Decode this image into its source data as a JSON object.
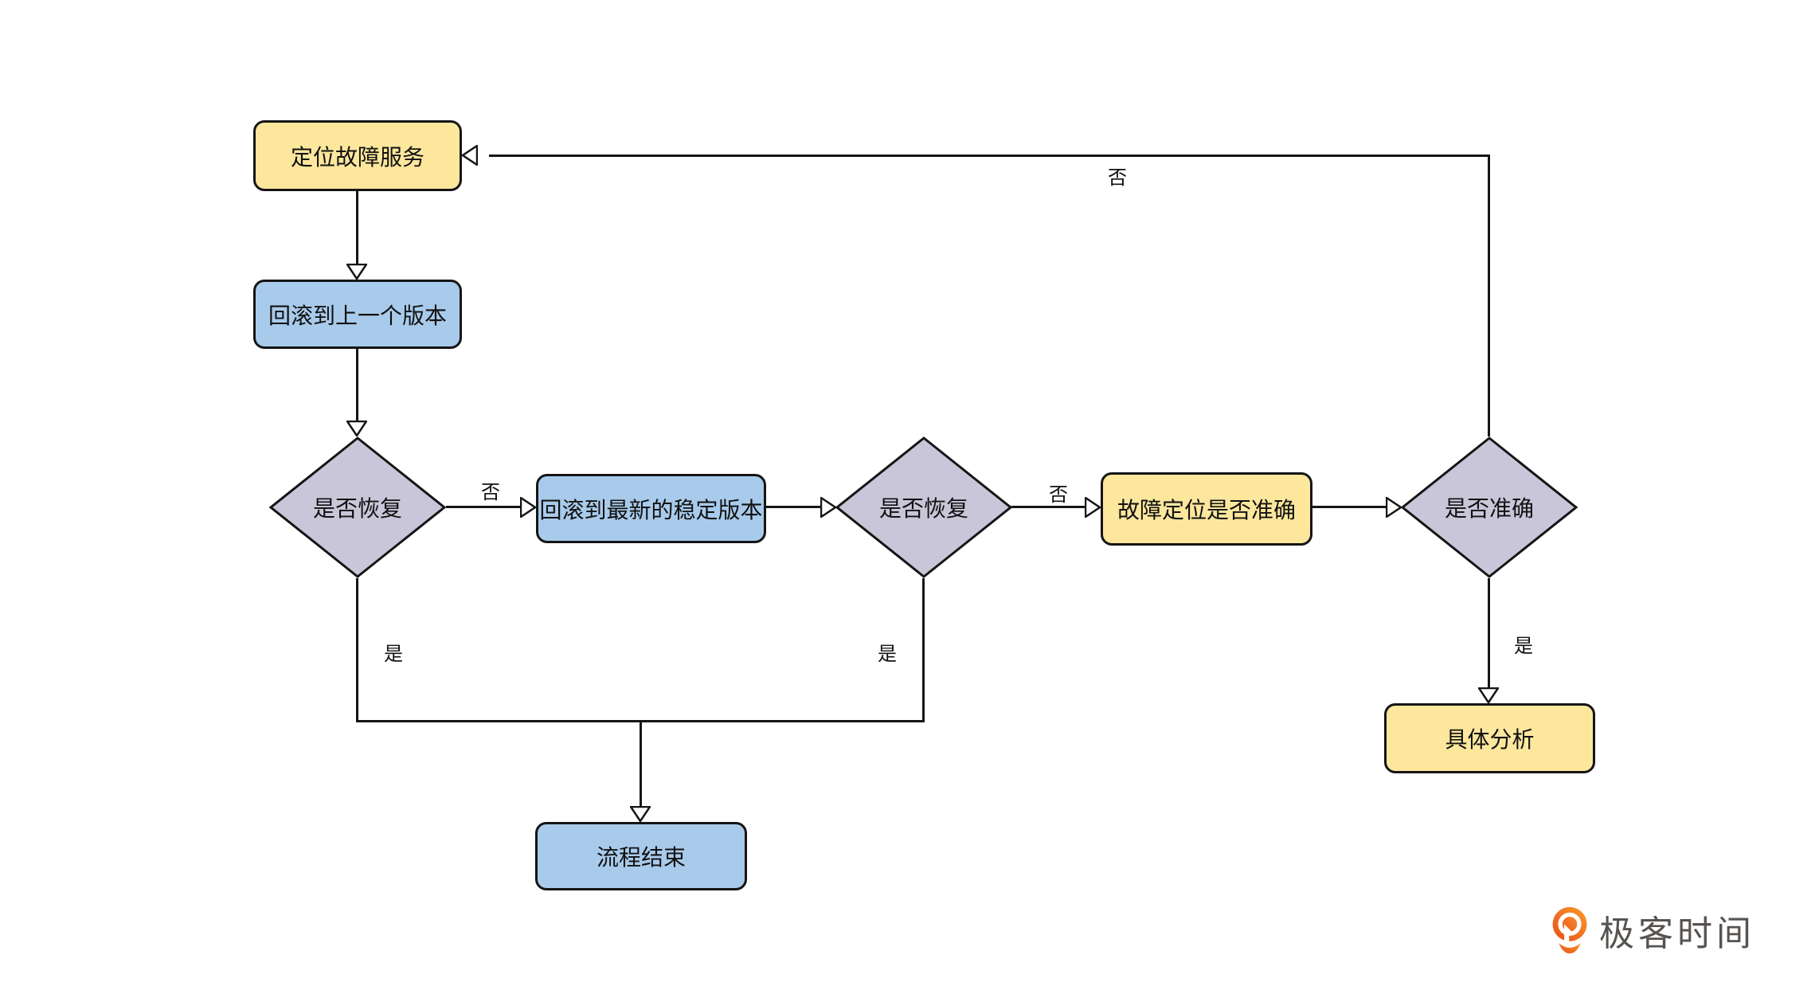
{
  "diagram": {
    "nodes": [
      {
        "id": "locate-fault-service",
        "type": "process",
        "label": "定位故障服务",
        "fill": "#FCE79D"
      },
      {
        "id": "rollback-previous-version",
        "type": "process",
        "label": "回滚到上一个版本",
        "fill": "#A9CBEB"
      },
      {
        "id": "is-recovered-1",
        "type": "decision",
        "label": "是否恢复",
        "fill": "#C8C6D8"
      },
      {
        "id": "rollback-latest-stable",
        "type": "process",
        "label": "回滚到最新的稳定版本",
        "fill": "#A9CBEB"
      },
      {
        "id": "is-recovered-2",
        "type": "decision",
        "label": "是否恢复",
        "fill": "#C8C6D8"
      },
      {
        "id": "fault-location-accurate",
        "type": "process",
        "label": "故障定位是否准确",
        "fill": "#FCE79D"
      },
      {
        "id": "is-accurate",
        "type": "decision",
        "label": "是否准确",
        "fill": "#C8C6D8"
      },
      {
        "id": "detailed-analysis",
        "type": "process",
        "label": "具体分析",
        "fill": "#FCE79D"
      },
      {
        "id": "process-end",
        "type": "process",
        "label": "流程结束",
        "fill": "#A9CBEB"
      }
    ],
    "edge_labels": {
      "no_after_recovered_1": "否",
      "no_after_recovered_2": "否",
      "no_feedback_top": "否",
      "yes_recovered_1": "是",
      "yes_recovered_2": "是",
      "yes_accurate": "是"
    },
    "colors": {
      "process_yellow": "#FCE79D",
      "process_blue": "#A9CBEB",
      "decision_purple": "#C8C6D8",
      "stroke": "#151515"
    }
  },
  "branding": {
    "logo_text": "极客时间",
    "logo_orange_dark": "#E84E1B",
    "logo_orange_light": "#FB9B2A",
    "logo_text_color": "#575350"
  }
}
